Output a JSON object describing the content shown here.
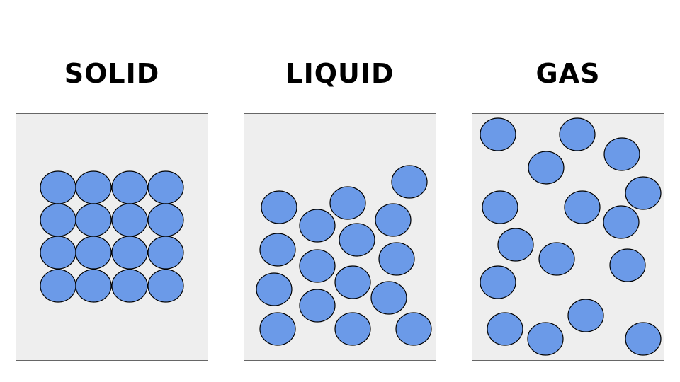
{
  "titles": {
    "solid": "SOLID",
    "liquid": "LIQUID",
    "gas": "GAS"
  },
  "colors": {
    "particle_fill": "#6b9ae8",
    "particle_stroke": "#000000",
    "panel_fill": "#eeeeee",
    "panel_stroke": "#666666"
  }
}
